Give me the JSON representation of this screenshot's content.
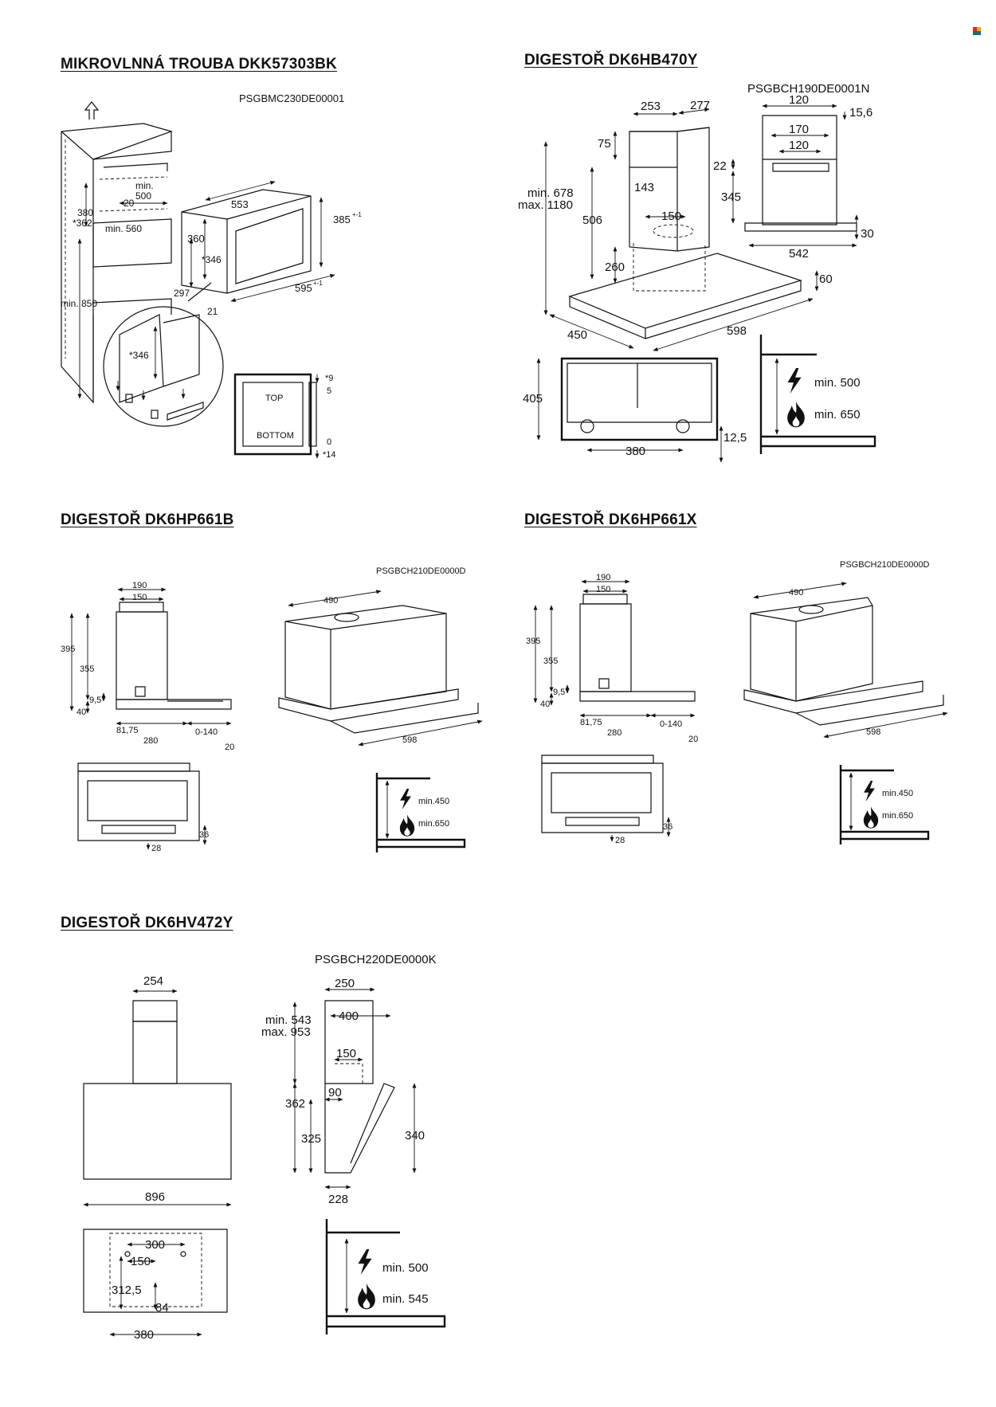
{
  "brand_mark": {
    "colors": [
      "#e2231a",
      "#f5a800",
      "#0a7c3f",
      "#1d5fa8"
    ]
  },
  "sections": {
    "microwave": {
      "title": "MIKROVLNNÁ TROUBA DKK57303BK",
      "code": "PSGBMC230DE00001",
      "dims": {
        "d380": "380",
        "d362": "*362",
        "d500": "min.\n500",
        "d20": "20",
        "d560": "min. 560",
        "d850": "min. 850",
        "d553": "553",
        "d360": "360",
        "d385": "385",
        "d385sup": "+-1",
        "d346a": "*346",
        "d297": "297",
        "d21": "21",
        "d595": "595",
        "d595sup": "+-1",
        "d346b": "*346",
        "top": "TOP",
        "bottom": "BOTTOM",
        "d9": "*9",
        "d5": "5",
        "d0": "0",
        "d14": "*14"
      }
    },
    "hb470": {
      "title": "DIGESTOŘ DK6HB470Y",
      "code": "PSGBCH190DE0001N",
      "dims": {
        "d253": "253",
        "d277": "277",
        "d75": "75",
        "dmin": "min. 678",
        "dmax": "max. 1180",
        "d143": "143",
        "d506": "506",
        "d150": "150",
        "d260": "260",
        "d450": "450",
        "d598": "598",
        "d60": "60",
        "d120a": "120",
        "d156": "15,6",
        "d170": "170",
        "d120b": "120",
        "d22": "22",
        "d345": "345",
        "d30": "30",
        "d542": "542",
        "d405": "405",
        "d380": "380",
        "d125": "12,5",
        "safe500": "min. 500",
        "safe650": "min. 650"
      }
    },
    "hp661b": {
      "title": "DIGESTOŘ DK6HP661B",
      "code": "PSGBCH210DE0000D",
      "dims": {
        "d190": "190",
        "d150": "150",
        "d395": "395",
        "d355": "355",
        "d95": "9,5",
        "d40": "40",
        "d8175": "81,75",
        "d280": "280",
        "d0140": "0-140",
        "d20": "20",
        "d490": "490",
        "d598": "598",
        "d36": "36",
        "d28": "28",
        "safe450": "min.450",
        "safe650": "min.650"
      }
    },
    "hp661x": {
      "title": "DIGESTOŘ DK6HP661X",
      "code": "PSGBCH210DE0000D",
      "dims": {
        "d190": "190",
        "d150": "150",
        "d395": "395",
        "d355": "355",
        "d95": "9,5",
        "d40": "40",
        "d8175": "81,75",
        "d280": "280",
        "d0140": "0-140",
        "d20": "20",
        "d490": "490",
        "d598": "598",
        "d36": "36",
        "d28": "28",
        "safe450": "min.450",
        "safe650": "min.650"
      }
    },
    "hv472": {
      "title": "DIGESTOŘ DK6HV472Y",
      "code": "PSGBCH220DE0000K",
      "dims": {
        "d254": "254",
        "d896": "896",
        "d300": "300",
        "d150a": "150",
        "d3125": "312,5",
        "d84": "84",
        "d380": "380",
        "d250": "250",
        "dmin": "min. 543",
        "dmax": "max. 953",
        "d400": "400",
        "d150b": "150",
        "d90": "90",
        "d362": "362",
        "d325": "325",
        "d340": "340",
        "d228": "228",
        "safe500": "min. 500",
        "safe545": "min. 545"
      }
    }
  }
}
